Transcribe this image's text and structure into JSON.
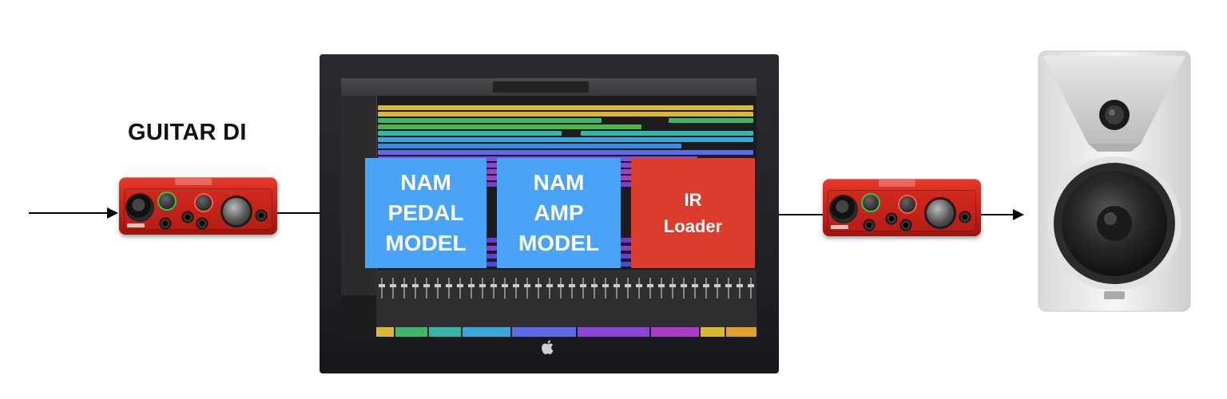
{
  "title": "GUITAR DI",
  "blocks": {
    "pedal": "NAM\nPEDAL\nMODEL",
    "amp": "NAM\nAMP\nMODEL",
    "ir": "IR\nLoader"
  },
  "colors": {
    "block_blue": "#4aa3f7",
    "block_red": "#db3c2b",
    "interface_red": "#c4211a",
    "speaker_white": "#ececec"
  },
  "icons": [
    "audio-interface-icon",
    "imac-icon",
    "apple-logo-icon",
    "studio-monitor-icon",
    "arrow-icon"
  ]
}
